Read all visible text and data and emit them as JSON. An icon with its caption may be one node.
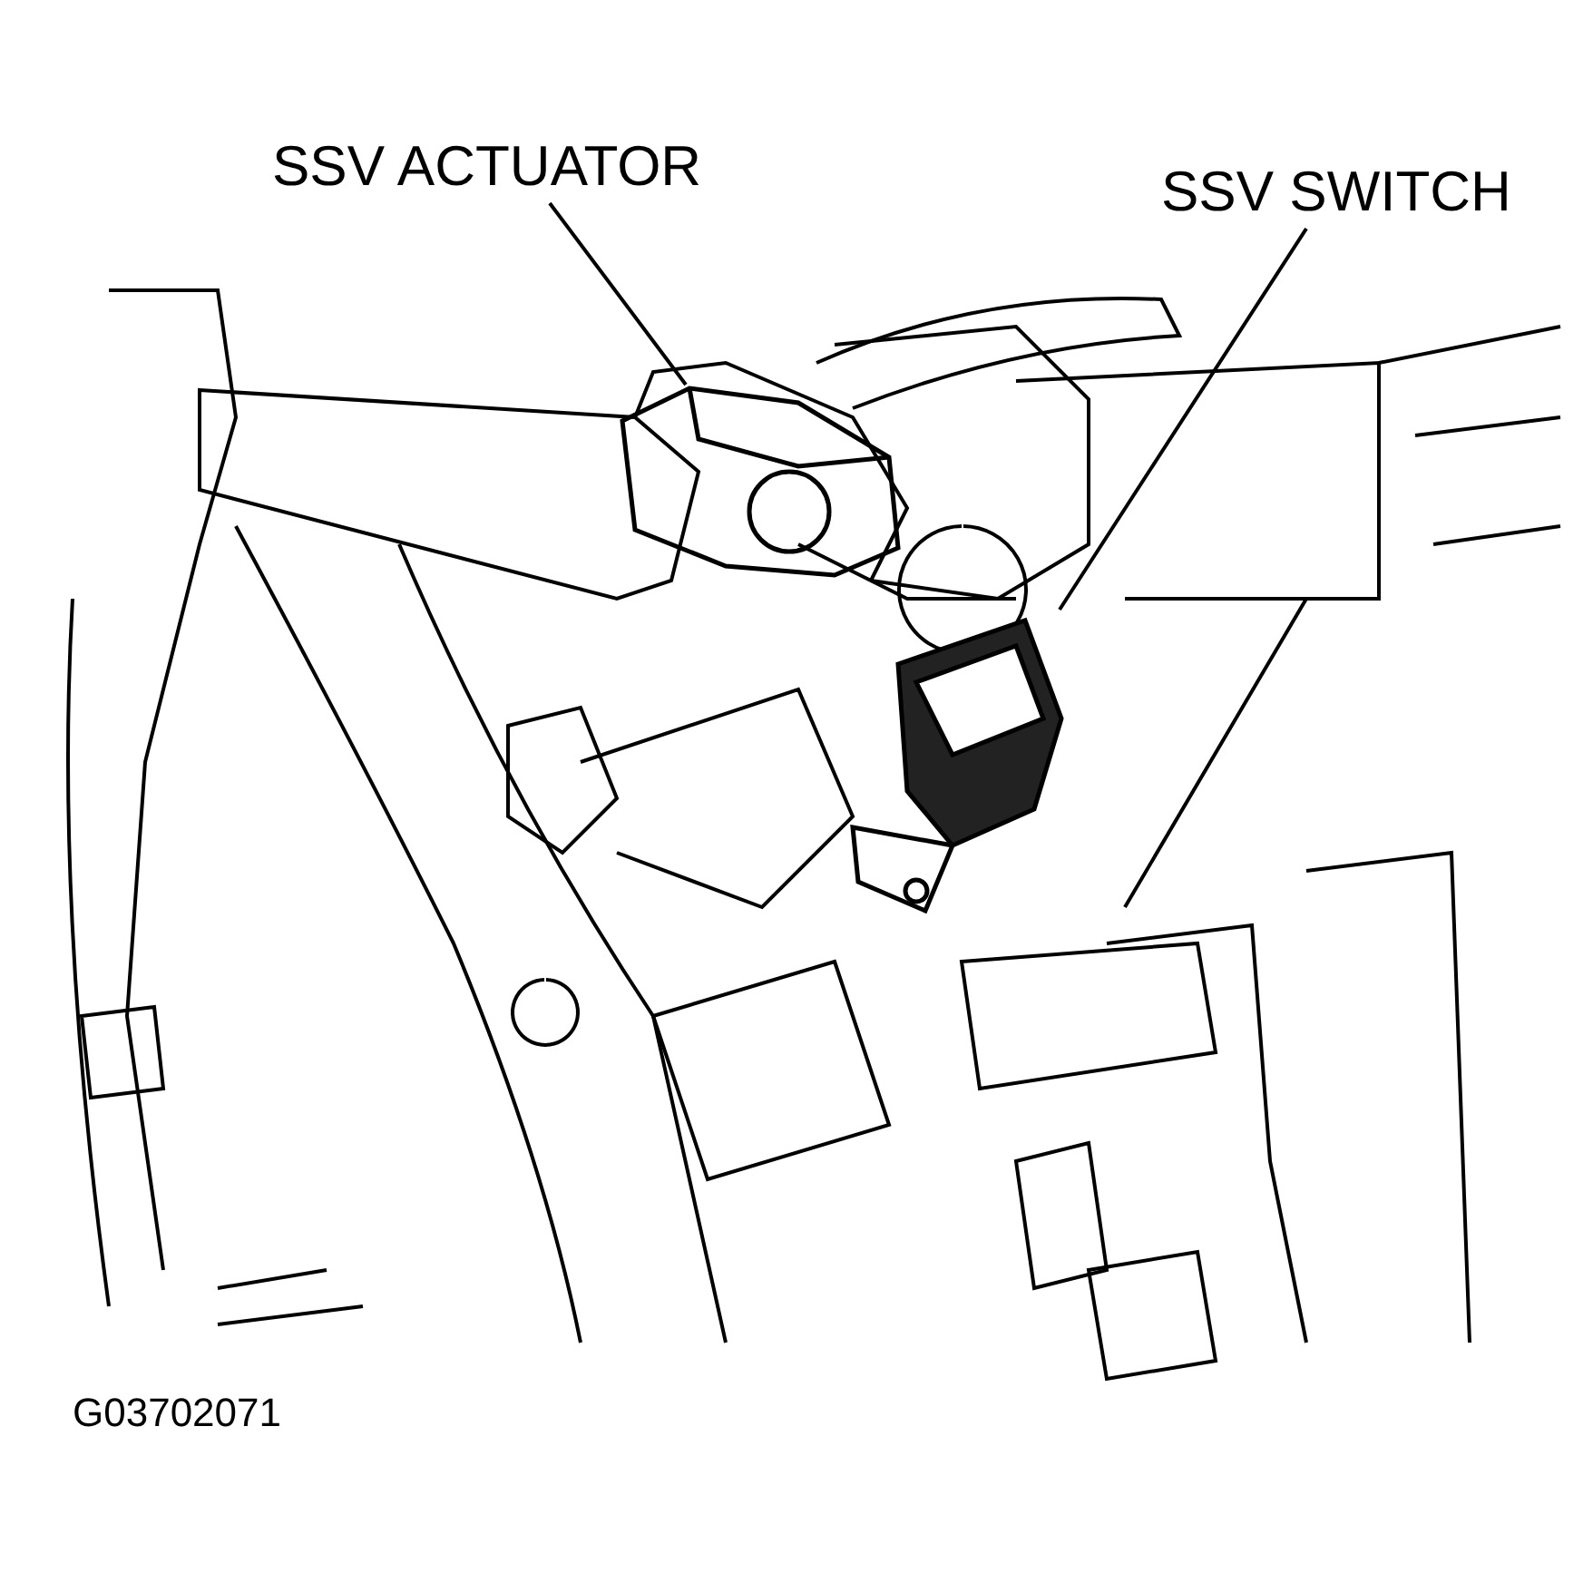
{
  "diagram": {
    "nodes": [
      {
        "text": [
          "SSV ACTUATOR"
        ]
      },
      {
        "text": [
          "SSV SWITCH"
        ]
      },
      {
        "text": [],
        "shape": "picture"
      },
      {
        "text": [],
        "shape": "picture"
      }
    ],
    "edges": [
      {
        "from": 0,
        "to": 2,
        "arrow": "none"
      },
      {
        "from": 1,
        "to": 3,
        "arrow": "none"
      }
    ],
    "labels": [
      "G03702071"
    ]
  }
}
